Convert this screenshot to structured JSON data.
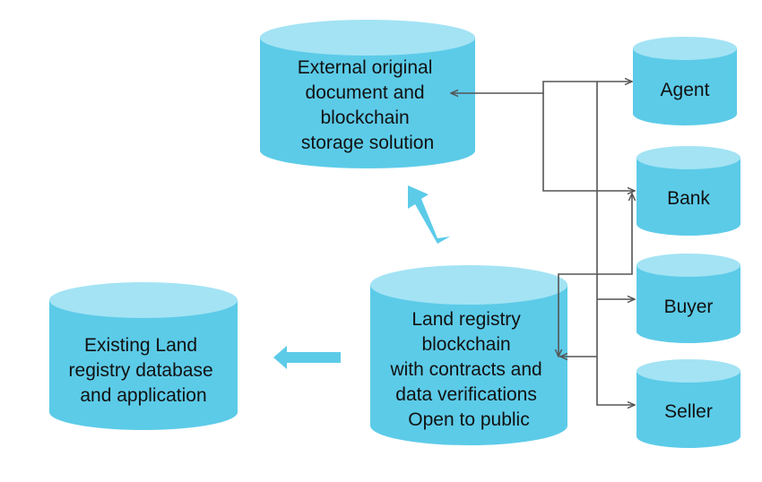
{
  "colors": {
    "cylinder_body": "#5ccbe8",
    "cylinder_top": "#a3e3f4",
    "big_arrow": "#5ccbe8",
    "connector": "#555555"
  },
  "nodes": {
    "external_storage": [
      "External original",
      "document and",
      "blockchain",
      "storage solution"
    ],
    "existing_registry": [
      "Existing Land",
      "registry database",
      "and application"
    ],
    "land_registry_blockchain": [
      "Land registry",
      "blockchain",
      "with contracts and",
      "data verifications",
      "Open to public"
    ],
    "agent": [
      "Agent"
    ],
    "bank": [
      "Bank"
    ],
    "buyer": [
      "Buyer"
    ],
    "seller": [
      "Seller"
    ]
  }
}
